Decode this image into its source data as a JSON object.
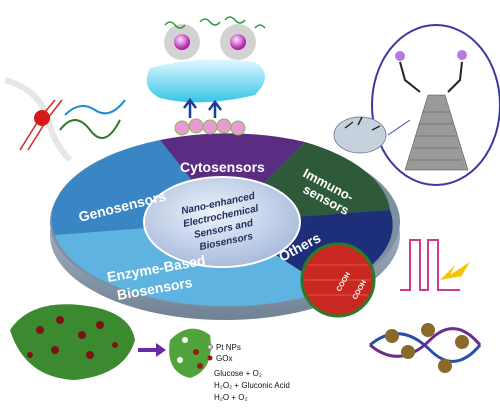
{
  "ring": {
    "segments": {
      "cytosensors": "Cytosensors",
      "immuno_line1": "Immuno-",
      "immuno_line2": "sensors",
      "genosensors": "Genosensors",
      "others": "Others",
      "enzyme_line1": "Enzyme-Based",
      "enzyme_line2": "Biosensors"
    },
    "center": {
      "line1": "Nano-enhanced",
      "line2": "Electrochemical",
      "line3": "Sensors and",
      "line4": "Biosensors"
    },
    "colors": {
      "cytosensors": "#5b2d82",
      "immunosensors": "#2f5a3a",
      "genosensors": "#3a86c4",
      "others": "#1c2f78",
      "enzyme": "#5fb3e0",
      "center": "#c9d6ee",
      "rim": "#9fb4c9"
    }
  },
  "enzyme_legend": {
    "pt_nps": "Pt NPs",
    "gox": "GOx",
    "glucose": "Glucose + O₂",
    "h2o2_gluconic": "H₂O₂ + Gluconic Acid",
    "h2o_o2": "H₂O + O₂"
  },
  "graphene": {
    "cooh_a": "COOH",
    "cooh_b": "COOH"
  }
}
